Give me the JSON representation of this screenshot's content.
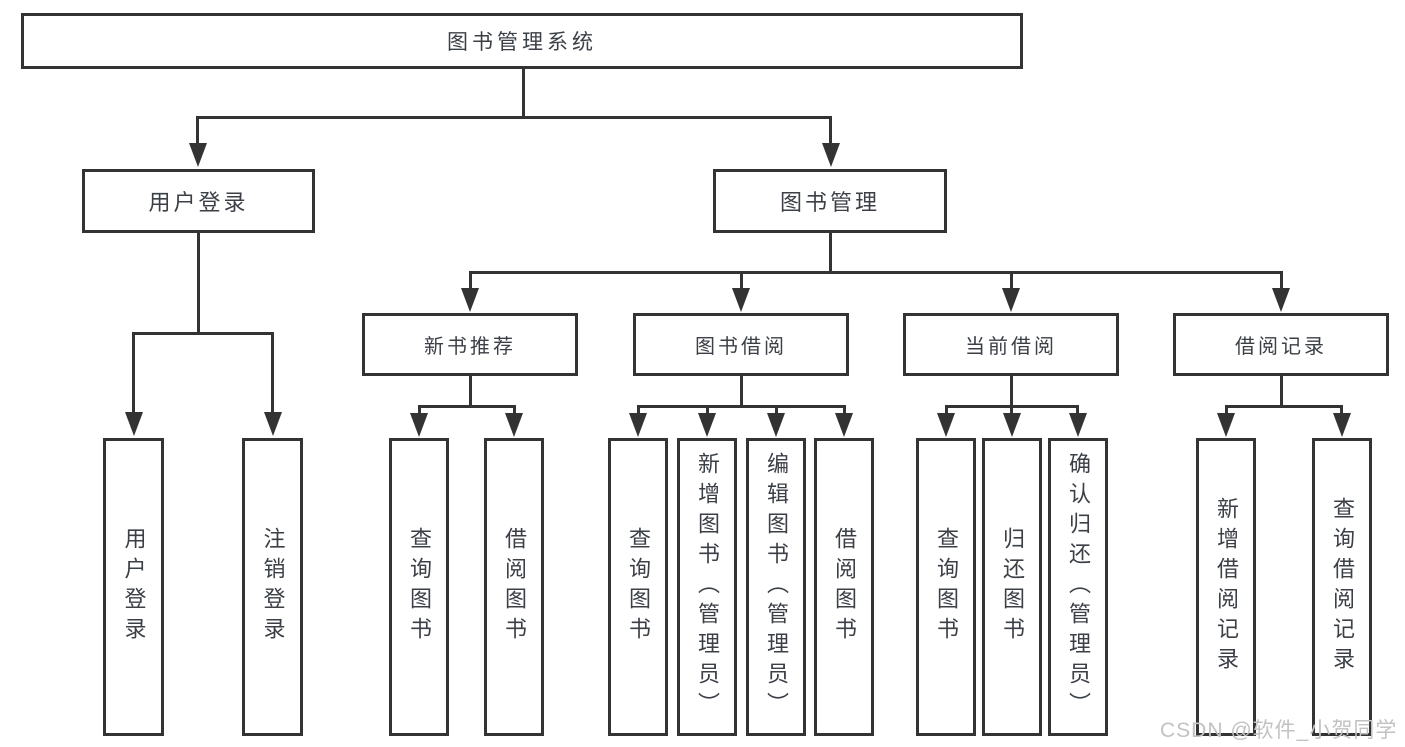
{
  "colors": {
    "line": "#333333",
    "text": "#3b3f46",
    "background": "#ffffff",
    "watermark": "#c2c2c2"
  },
  "tree": {
    "label": "图书管理系统",
    "children": [
      {
        "label": "用户登录",
        "children": [
          {
            "label": "用户登录"
          },
          {
            "label": "注销登录"
          }
        ]
      },
      {
        "label": "图书管理",
        "children": [
          {
            "label": "新书推荐",
            "children": [
              {
                "label": "查询图书"
              },
              {
                "label": "借阅图书"
              }
            ]
          },
          {
            "label": "图书借阅",
            "children": [
              {
                "label": "查询图书"
              },
              {
                "label": "新增图书（管理员）"
              },
              {
                "label": "编辑图书（管理员）"
              },
              {
                "label": "借阅图书"
              }
            ]
          },
          {
            "label": "当前借阅",
            "children": [
              {
                "label": "查询图书"
              },
              {
                "label": "归还图书"
              },
              {
                "label": "确认归还（管理员）"
              }
            ]
          },
          {
            "label": "借阅记录",
            "children": [
              {
                "label": "新增借阅记录"
              },
              {
                "label": "查询借阅记录"
              }
            ]
          }
        ]
      }
    ]
  },
  "watermark": {
    "text": "CSDN @软件_小贺同学"
  }
}
